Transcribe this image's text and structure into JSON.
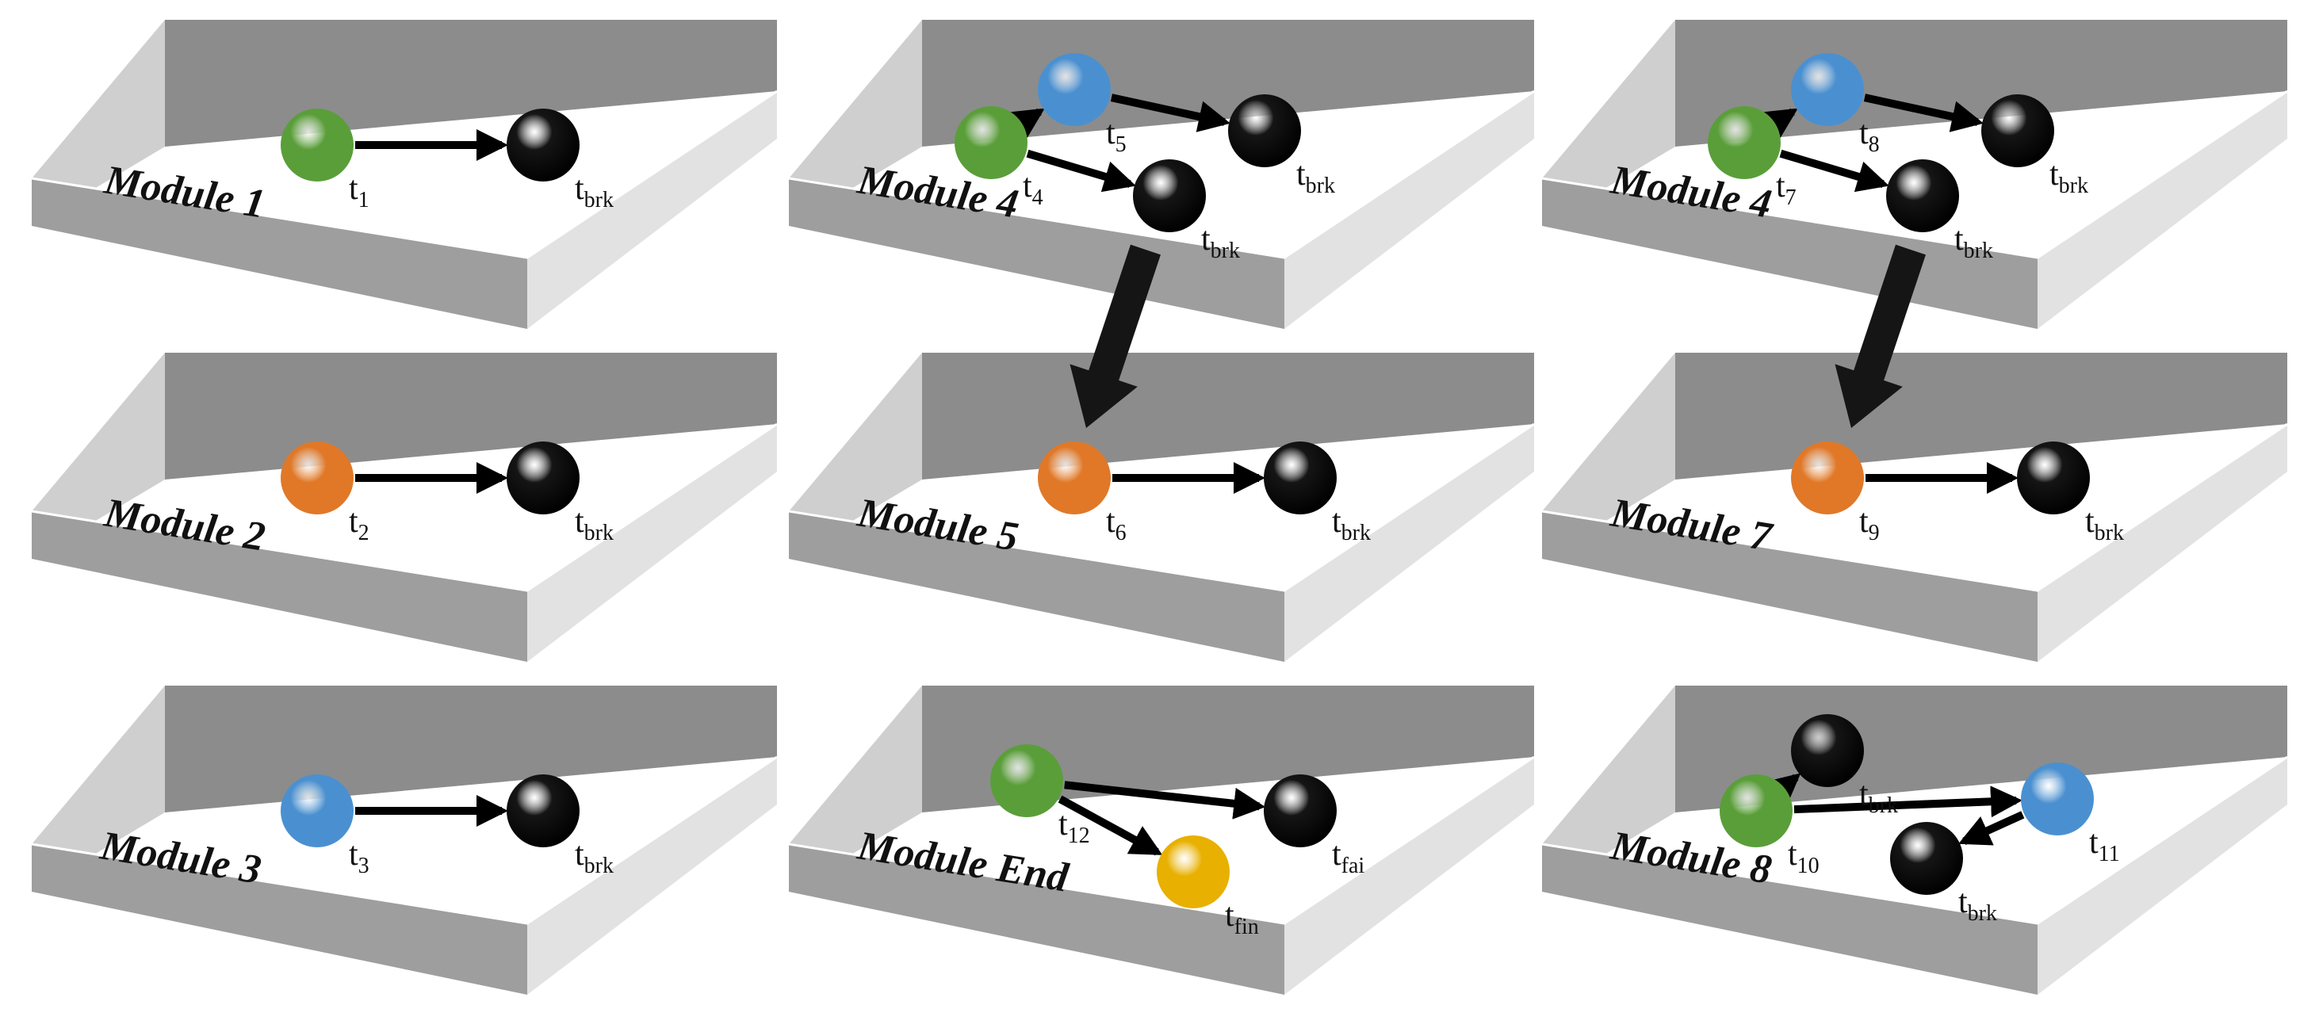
{
  "colors": {
    "green": "#5a9e3a",
    "orange": "#e07828",
    "blue": "#4a90d0",
    "black": "#151515",
    "yellow": "#e8b000",
    "tray_back": "#8c8c8c",
    "tray_left": "#cfcfcf",
    "tray_front": "#9e9e9e",
    "tray_right": "#e2e2e2"
  },
  "modules": [
    {
      "id": "m1",
      "label": "Module 1",
      "nodes": [
        {
          "id": "a",
          "color": "green",
          "text": "t",
          "sub": "1"
        },
        {
          "id": "b",
          "color": "black",
          "text": "t",
          "sub": "brk"
        }
      ],
      "edges": [
        [
          "a",
          "b"
        ]
      ]
    },
    {
      "id": "m4a",
      "label": "Module 4",
      "nodes": [
        {
          "id": "a",
          "color": "green",
          "text": "t",
          "sub": "4"
        },
        {
          "id": "b",
          "color": "blue",
          "text": "t",
          "sub": "5"
        },
        {
          "id": "c",
          "color": "black",
          "text": "t",
          "sub": "brk"
        },
        {
          "id": "d",
          "color": "black",
          "text": "t",
          "sub": "brk"
        }
      ],
      "edges": [
        [
          "a",
          "b"
        ],
        [
          "b",
          "c"
        ],
        [
          "a",
          "d"
        ]
      ]
    },
    {
      "id": "m4b",
      "label": "Module 4",
      "nodes": [
        {
          "id": "a",
          "color": "green",
          "text": "t",
          "sub": "7"
        },
        {
          "id": "b",
          "color": "blue",
          "text": "t",
          "sub": "8"
        },
        {
          "id": "c",
          "color": "black",
          "text": "t",
          "sub": "brk"
        },
        {
          "id": "d",
          "color": "black",
          "text": "t",
          "sub": "brk"
        }
      ],
      "edges": [
        [
          "a",
          "b"
        ],
        [
          "b",
          "c"
        ],
        [
          "a",
          "d"
        ]
      ]
    },
    {
      "id": "m2",
      "label": "Module 2",
      "nodes": [
        {
          "id": "a",
          "color": "orange",
          "text": "t",
          "sub": "2"
        },
        {
          "id": "b",
          "color": "black",
          "text": "t",
          "sub": "brk"
        }
      ],
      "edges": [
        [
          "a",
          "b"
        ]
      ]
    },
    {
      "id": "m5",
      "label": "Module 5",
      "nodes": [
        {
          "id": "a",
          "color": "orange",
          "text": "t",
          "sub": "6"
        },
        {
          "id": "b",
          "color": "black",
          "text": "t",
          "sub": "brk"
        }
      ],
      "edges": [
        [
          "a",
          "b"
        ]
      ]
    },
    {
      "id": "m7",
      "label": "Module 7",
      "nodes": [
        {
          "id": "a",
          "color": "orange",
          "text": "t",
          "sub": "9"
        },
        {
          "id": "b",
          "color": "black",
          "text": "t",
          "sub": "brk"
        }
      ],
      "edges": [
        [
          "a",
          "b"
        ]
      ]
    },
    {
      "id": "m3",
      "label": "Module 3",
      "nodes": [
        {
          "id": "a",
          "color": "blue",
          "text": "t",
          "sub": "3"
        },
        {
          "id": "b",
          "color": "black",
          "text": "t",
          "sub": "brk"
        }
      ],
      "edges": [
        [
          "a",
          "b"
        ]
      ]
    },
    {
      "id": "mend",
      "label": "Module End",
      "nodes": [
        {
          "id": "a",
          "color": "green",
          "text": "t",
          "sub": "12"
        },
        {
          "id": "b",
          "color": "black",
          "text": "t",
          "sub": "fai"
        },
        {
          "id": "c",
          "color": "yellow",
          "text": "t",
          "sub": "fin"
        }
      ],
      "edges": [
        [
          "a",
          "b"
        ],
        [
          "a",
          "c"
        ]
      ]
    },
    {
      "id": "m8",
      "label": "Module 8",
      "nodes": [
        {
          "id": "a",
          "color": "green",
          "text": "t",
          "sub": "10"
        },
        {
          "id": "b",
          "color": "black",
          "text": "t",
          "sub": "brk"
        },
        {
          "id": "c",
          "color": "blue",
          "text": "t",
          "sub": "11"
        },
        {
          "id": "d",
          "color": "black",
          "text": "t",
          "sub": "brk"
        }
      ],
      "edges": [
        [
          "a",
          "b"
        ],
        [
          "a",
          "c"
        ],
        [
          "c",
          "d"
        ]
      ]
    }
  ],
  "transitions": [
    [
      "m4a",
      "m5"
    ],
    [
      "m4b",
      "m7"
    ]
  ]
}
